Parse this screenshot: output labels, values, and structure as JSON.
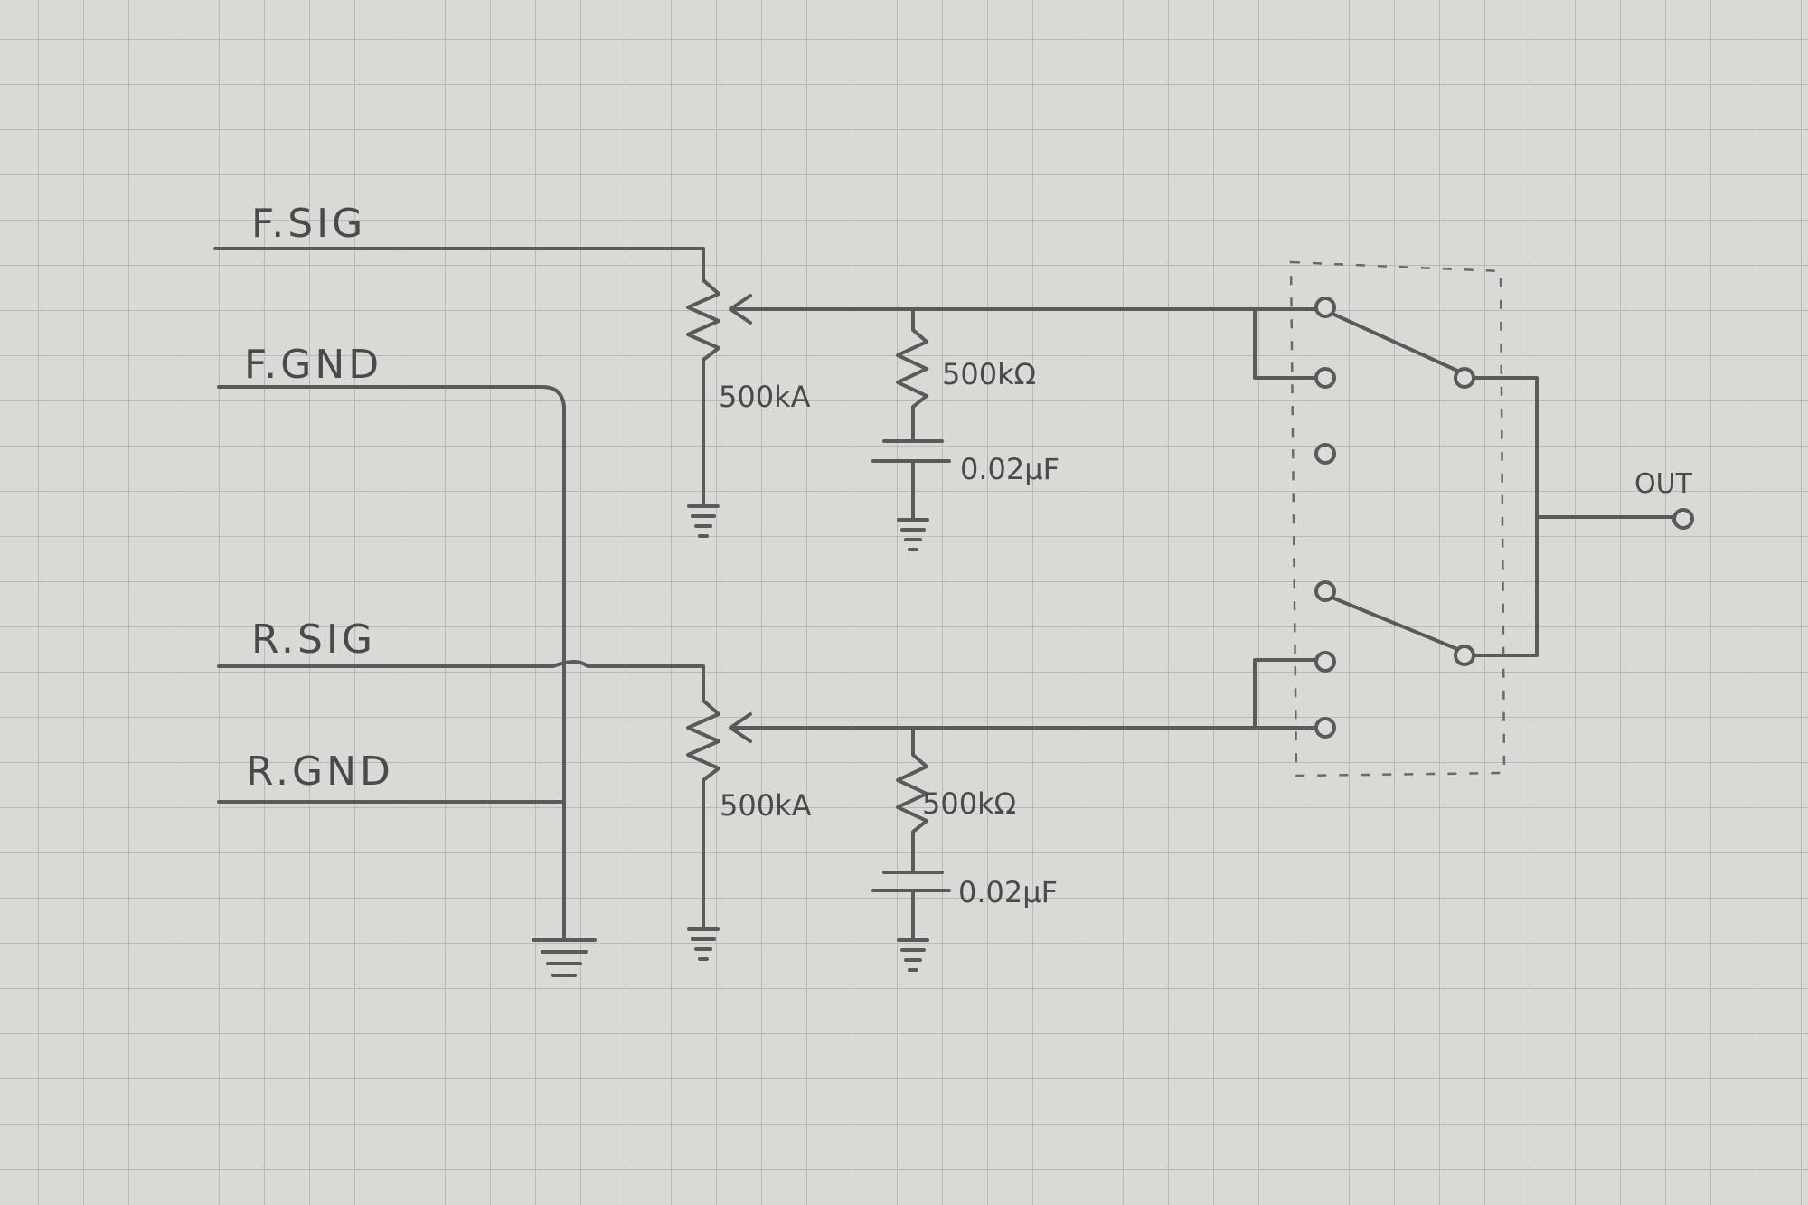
{
  "inputs": {
    "f_sig": "F.SIG",
    "f_gnd": "F.GND",
    "r_sig": "R.SIG",
    "r_gnd": "R.GND"
  },
  "components": {
    "pot_front": "500kA",
    "res_front": "500kΩ",
    "cap_front": "0.02μF",
    "pot_rear": "500kA",
    "res_rear": "500kΩ",
    "cap_rear": "0.02μF"
  },
  "output": {
    "label": "OUT"
  },
  "style": {
    "paper": "#d9d9d6",
    "grid": "#b9bab8",
    "pencil": "#5a5a5a"
  }
}
